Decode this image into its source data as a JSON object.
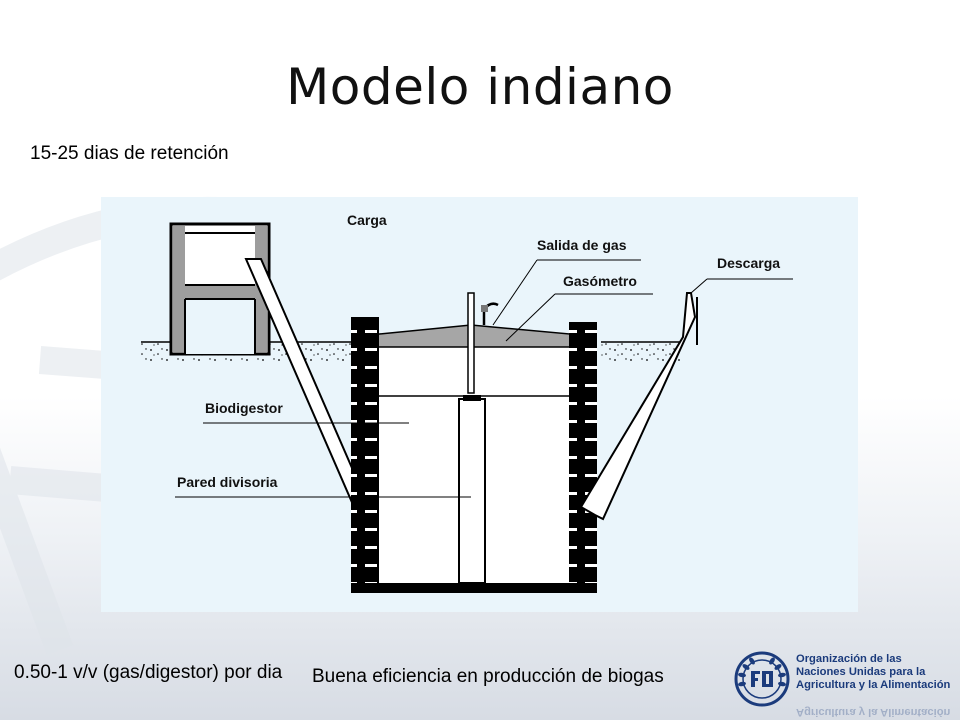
{
  "slide": {
    "title": "Modelo indiano",
    "retention_text": "15-25 dias de retención",
    "footer_left": "0.50-1 v/v (gas/digestor) por dia",
    "footer_mid": "Buena eficiencia en producción de biogas"
  },
  "diagram": {
    "labels": {
      "carga": "Carga",
      "salida_gas": "Salida de gas",
      "gasometro": "Gasómetro",
      "descarga": "Descarga",
      "biodigestor": "Biodigestor",
      "pared_divisoria": "Pared divisoria"
    },
    "colors": {
      "background": "#eaf5fb",
      "wall": "#000000",
      "gasholder": "#a6a6a6"
    }
  },
  "logo": {
    "name": "fao-logo",
    "line1": "Organización de las",
    "line2": "Naciones Unidas para la",
    "line3": "Agricultura y la Alimentación",
    "color": "#1b3b7c"
  }
}
